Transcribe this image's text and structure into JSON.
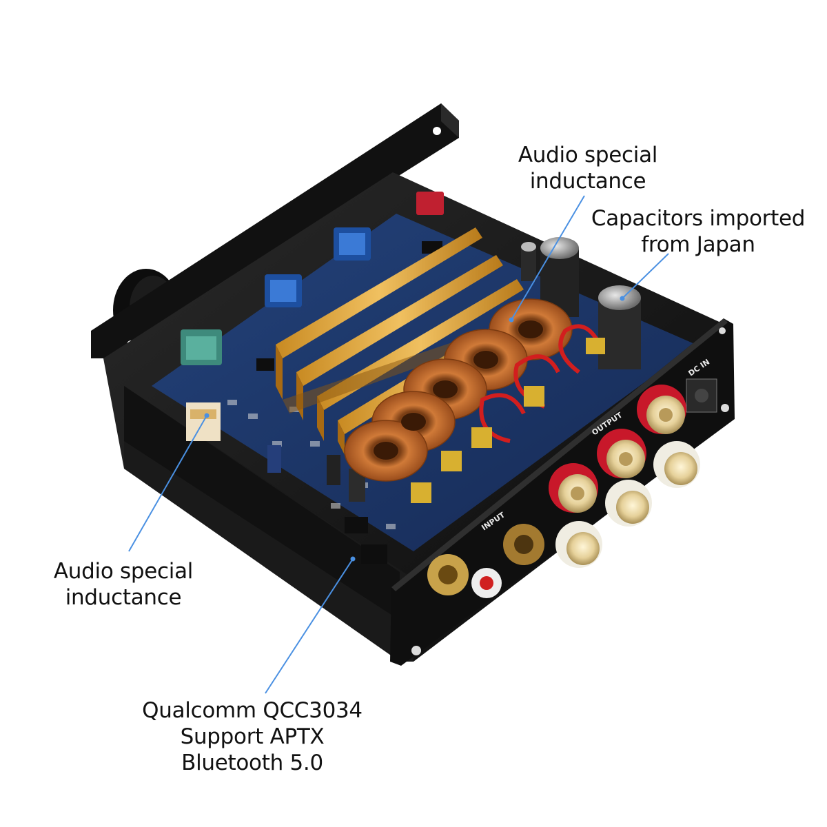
{
  "callouts": {
    "inductance_top": {
      "line1": "Audio special",
      "line2": "inductance"
    },
    "capacitors": {
      "line1": "Capacitors imported",
      "line2": "from Japan"
    },
    "inductance_left": {
      "line1": "Audio special",
      "line2": "inductance"
    },
    "bluetooth": {
      "line1": "Qualcomm QCC3034",
      "line2": "Support APTX",
      "line3": "Bluetooth 5.0"
    }
  },
  "panel_labels": {
    "input": "INPUT",
    "output": "OUTPUT",
    "dc_in": "DC IN"
  },
  "colors": {
    "leader_line": "#4a90e2",
    "chassis": "#151515",
    "pcb": "#1f3a6e",
    "heatsink": "#d9a53a",
    "copper_coil": "#b8642a"
  }
}
